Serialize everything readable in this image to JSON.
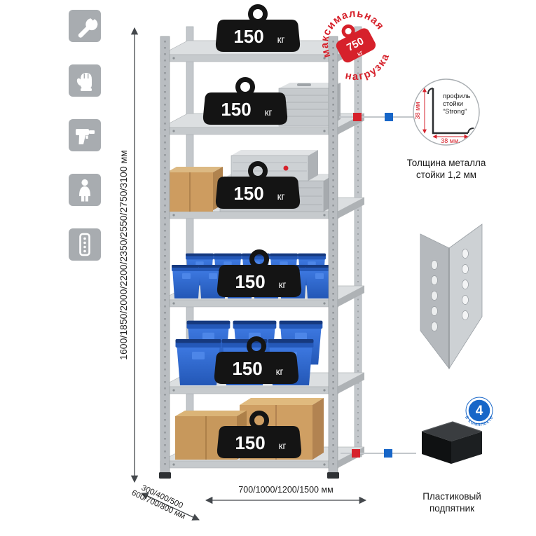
{
  "page": {
    "background": "#ffffff"
  },
  "sidebar": {
    "icons": [
      {
        "name": "wrench"
      },
      {
        "name": "gloves"
      },
      {
        "name": "drill"
      },
      {
        "name": "person"
      },
      {
        "name": "perforated-profile"
      }
    ]
  },
  "rack": {
    "shelf_count": 6,
    "weight_value": "150",
    "weight_unit": "кг"
  },
  "stamp": {
    "arc_top": "максимальная",
    "arc_bottom": "нагрузка",
    "weight_value": "750",
    "weight_unit": "кг"
  },
  "dimensions": {
    "height": "1600/1850/2000/2200/2350/2550/2750/3100 мм",
    "depth_line1": "300/400/500",
    "depth_line2": "600/700/800 мм",
    "width": "700/1000/1200/1500 мм"
  },
  "profile_detail": {
    "label_line1": "профиль",
    "label_line2": "стойки",
    "label_line3": "“Strong”",
    "dim_vertical": "38 мм",
    "dim_horizontal": "38 мм.",
    "caption_line1": "Толщина металла",
    "caption_line2": "стойки 1,2 мм"
  },
  "foot_detail": {
    "badge_number": "4",
    "badge_arc_text": "в комплекте",
    "caption_line1": "Пластиковый",
    "caption_line2": "подпятник"
  },
  "accent_colors": {
    "red": "#d6212b",
    "blue": "#1766c8"
  }
}
